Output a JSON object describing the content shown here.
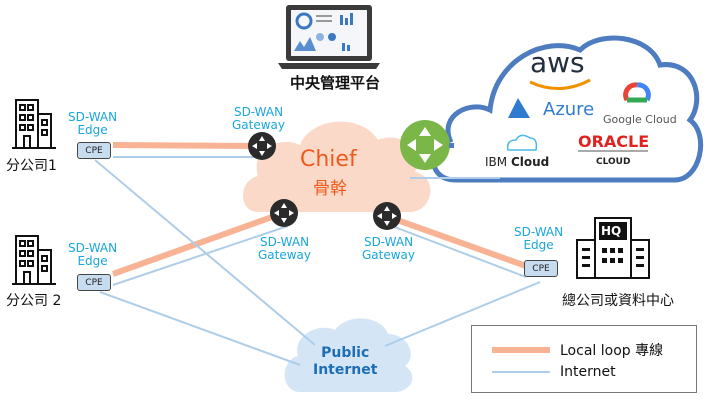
{
  "management": {
    "label": "中央管理平台",
    "icon": "laptop-dashboard-icon"
  },
  "backbone": {
    "name": "Chief",
    "subtitle": "骨幹"
  },
  "gateways": [
    {
      "label_line1": "SD-WAN",
      "label_line2": "Gateway"
    },
    {
      "label_line1": "SD-WAN",
      "label_line2": "Gateway"
    },
    {
      "label_line1": "SD-WAN",
      "label_line2": "Gateway"
    }
  ],
  "sites": [
    {
      "name": "分公司1",
      "edge_line1": "SD-WAN",
      "edge_line2": "Edge",
      "device": "CPE"
    },
    {
      "name": "分公司 2",
      "edge_line1": "SD-WAN",
      "edge_line2": "Edge",
      "device": "CPE"
    },
    {
      "name": "總公司或資料中心",
      "edge_line1": "SD-WAN",
      "edge_line2": "Edge",
      "device": "CPE",
      "badge": "HQ"
    }
  ],
  "cloud_providers": [
    {
      "name": "aws"
    },
    {
      "name": "Azure"
    },
    {
      "name": "Google Cloud"
    },
    {
      "name": "IBM",
      "name_bold": "Cloud"
    },
    {
      "name": "ORACLE",
      "sub": "CLOUD"
    }
  ],
  "public_internet": {
    "line1": "Public",
    "line2": "Internet"
  },
  "legend": [
    {
      "label": "Local loop 專線",
      "color": "#f8b294"
    },
    {
      "label": "Internet",
      "color": "#aecde8"
    }
  ],
  "colors": {
    "local_loop": "#f8b294",
    "internet": "#aecde8",
    "accent": "#1aa6dc",
    "chief": "#ef5a1c",
    "cloud_fill": "#fbd9c8",
    "router_green": "#7ab648"
  }
}
